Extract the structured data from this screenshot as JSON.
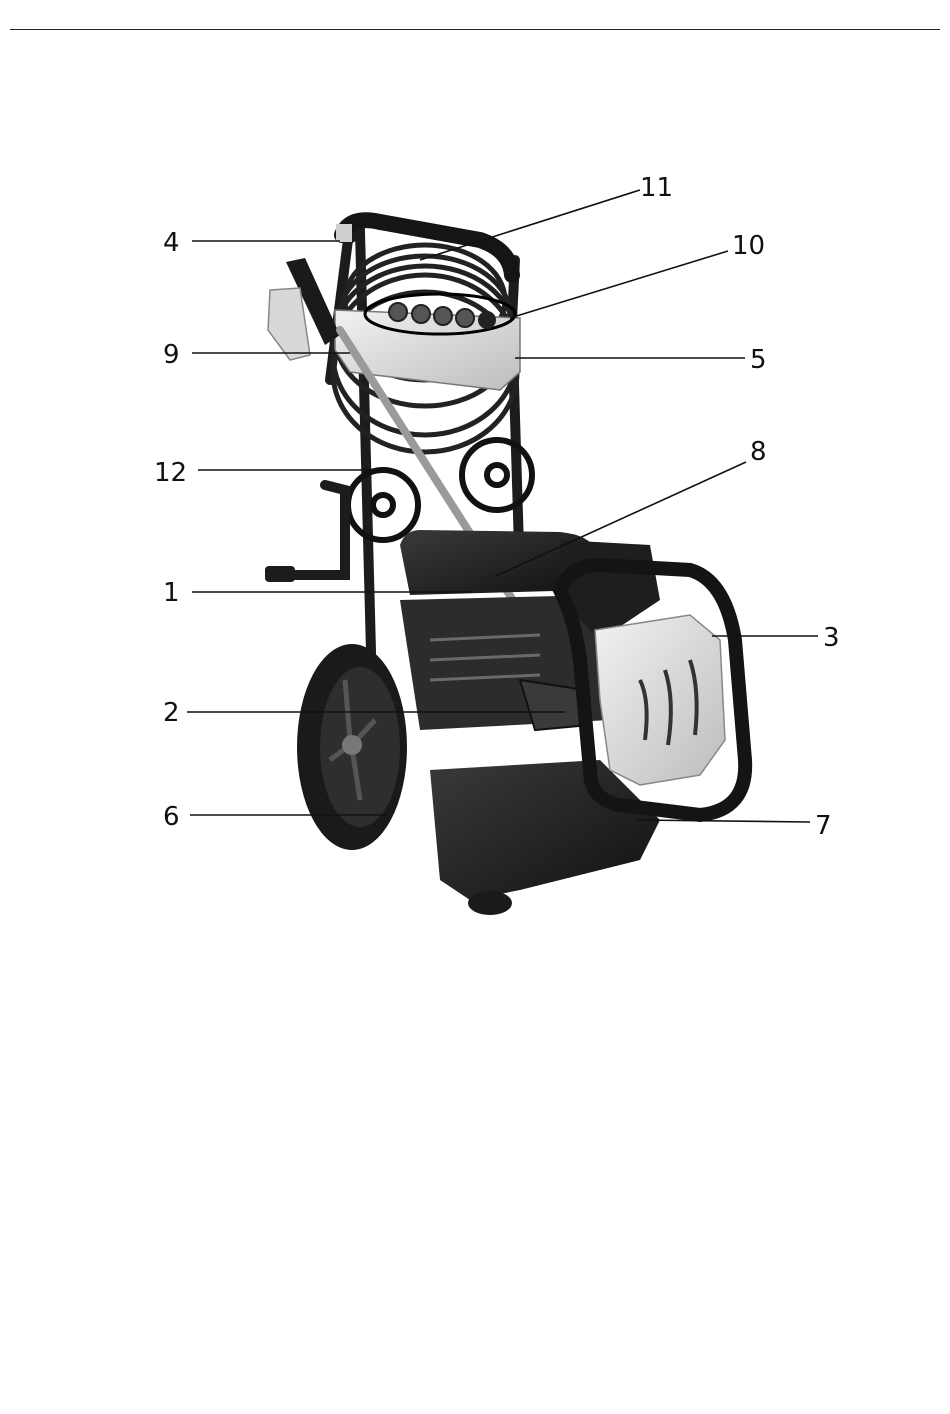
{
  "figure": {
    "subject": "pressure-washer",
    "callouts": [
      {
        "id": "1",
        "label": "1"
      },
      {
        "id": "2",
        "label": "2"
      },
      {
        "id": "3",
        "label": "3"
      },
      {
        "id": "4",
        "label": "4"
      },
      {
        "id": "5",
        "label": "5"
      },
      {
        "id": "6",
        "label": "6"
      },
      {
        "id": "7",
        "label": "7"
      },
      {
        "id": "8",
        "label": "8"
      },
      {
        "id": "9",
        "label": "9"
      },
      {
        "id": "10",
        "label": "10"
      },
      {
        "id": "11",
        "label": "11"
      },
      {
        "id": "12",
        "label": "12"
      }
    ]
  }
}
